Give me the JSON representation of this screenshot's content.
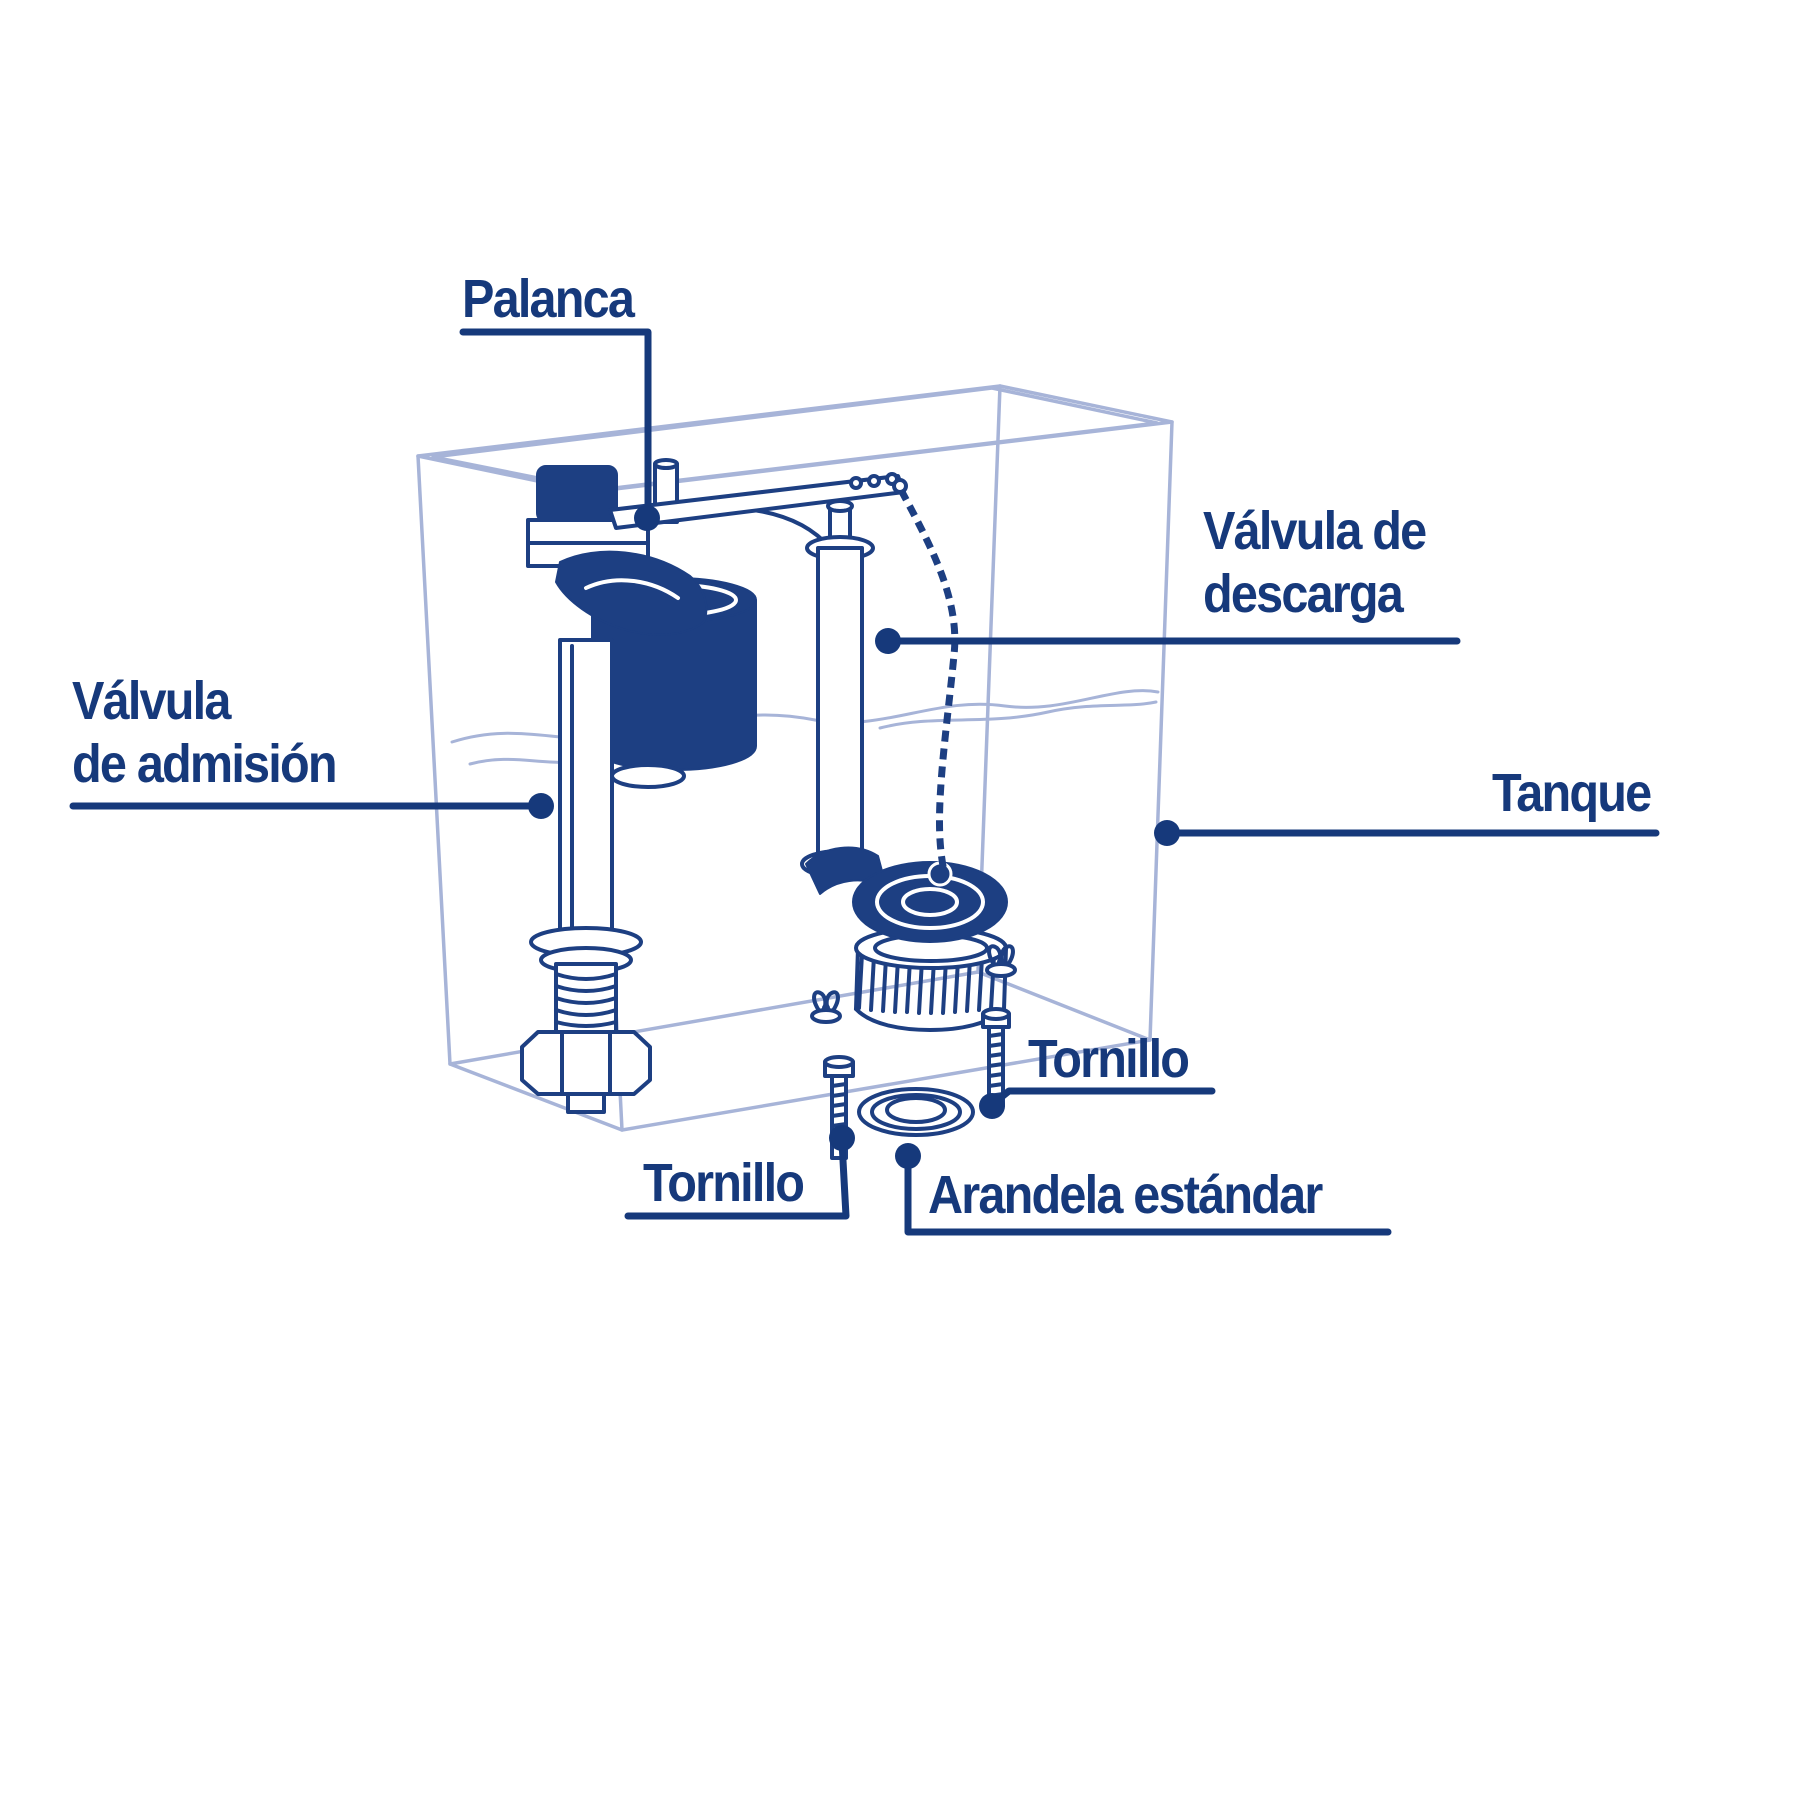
{
  "labels": {
    "palanca": "Palanca",
    "valvula_descarga": {
      "line1": "Válvula de",
      "line2": "descarga"
    },
    "valvula_admision": {
      "line1": "Válvula",
      "line2": "de admisión"
    },
    "tanque": "Tanque",
    "tornillo_right": "Tornillo",
    "tornillo_left": "Tornillo",
    "arandela": "Arandela estándar"
  },
  "colors": {
    "label_text": "#16397B",
    "leader_line": "#16397B",
    "mechanism_line": "#1D3F82",
    "tank_outline": "#A7B4D8",
    "background": "#FFFFFF"
  }
}
